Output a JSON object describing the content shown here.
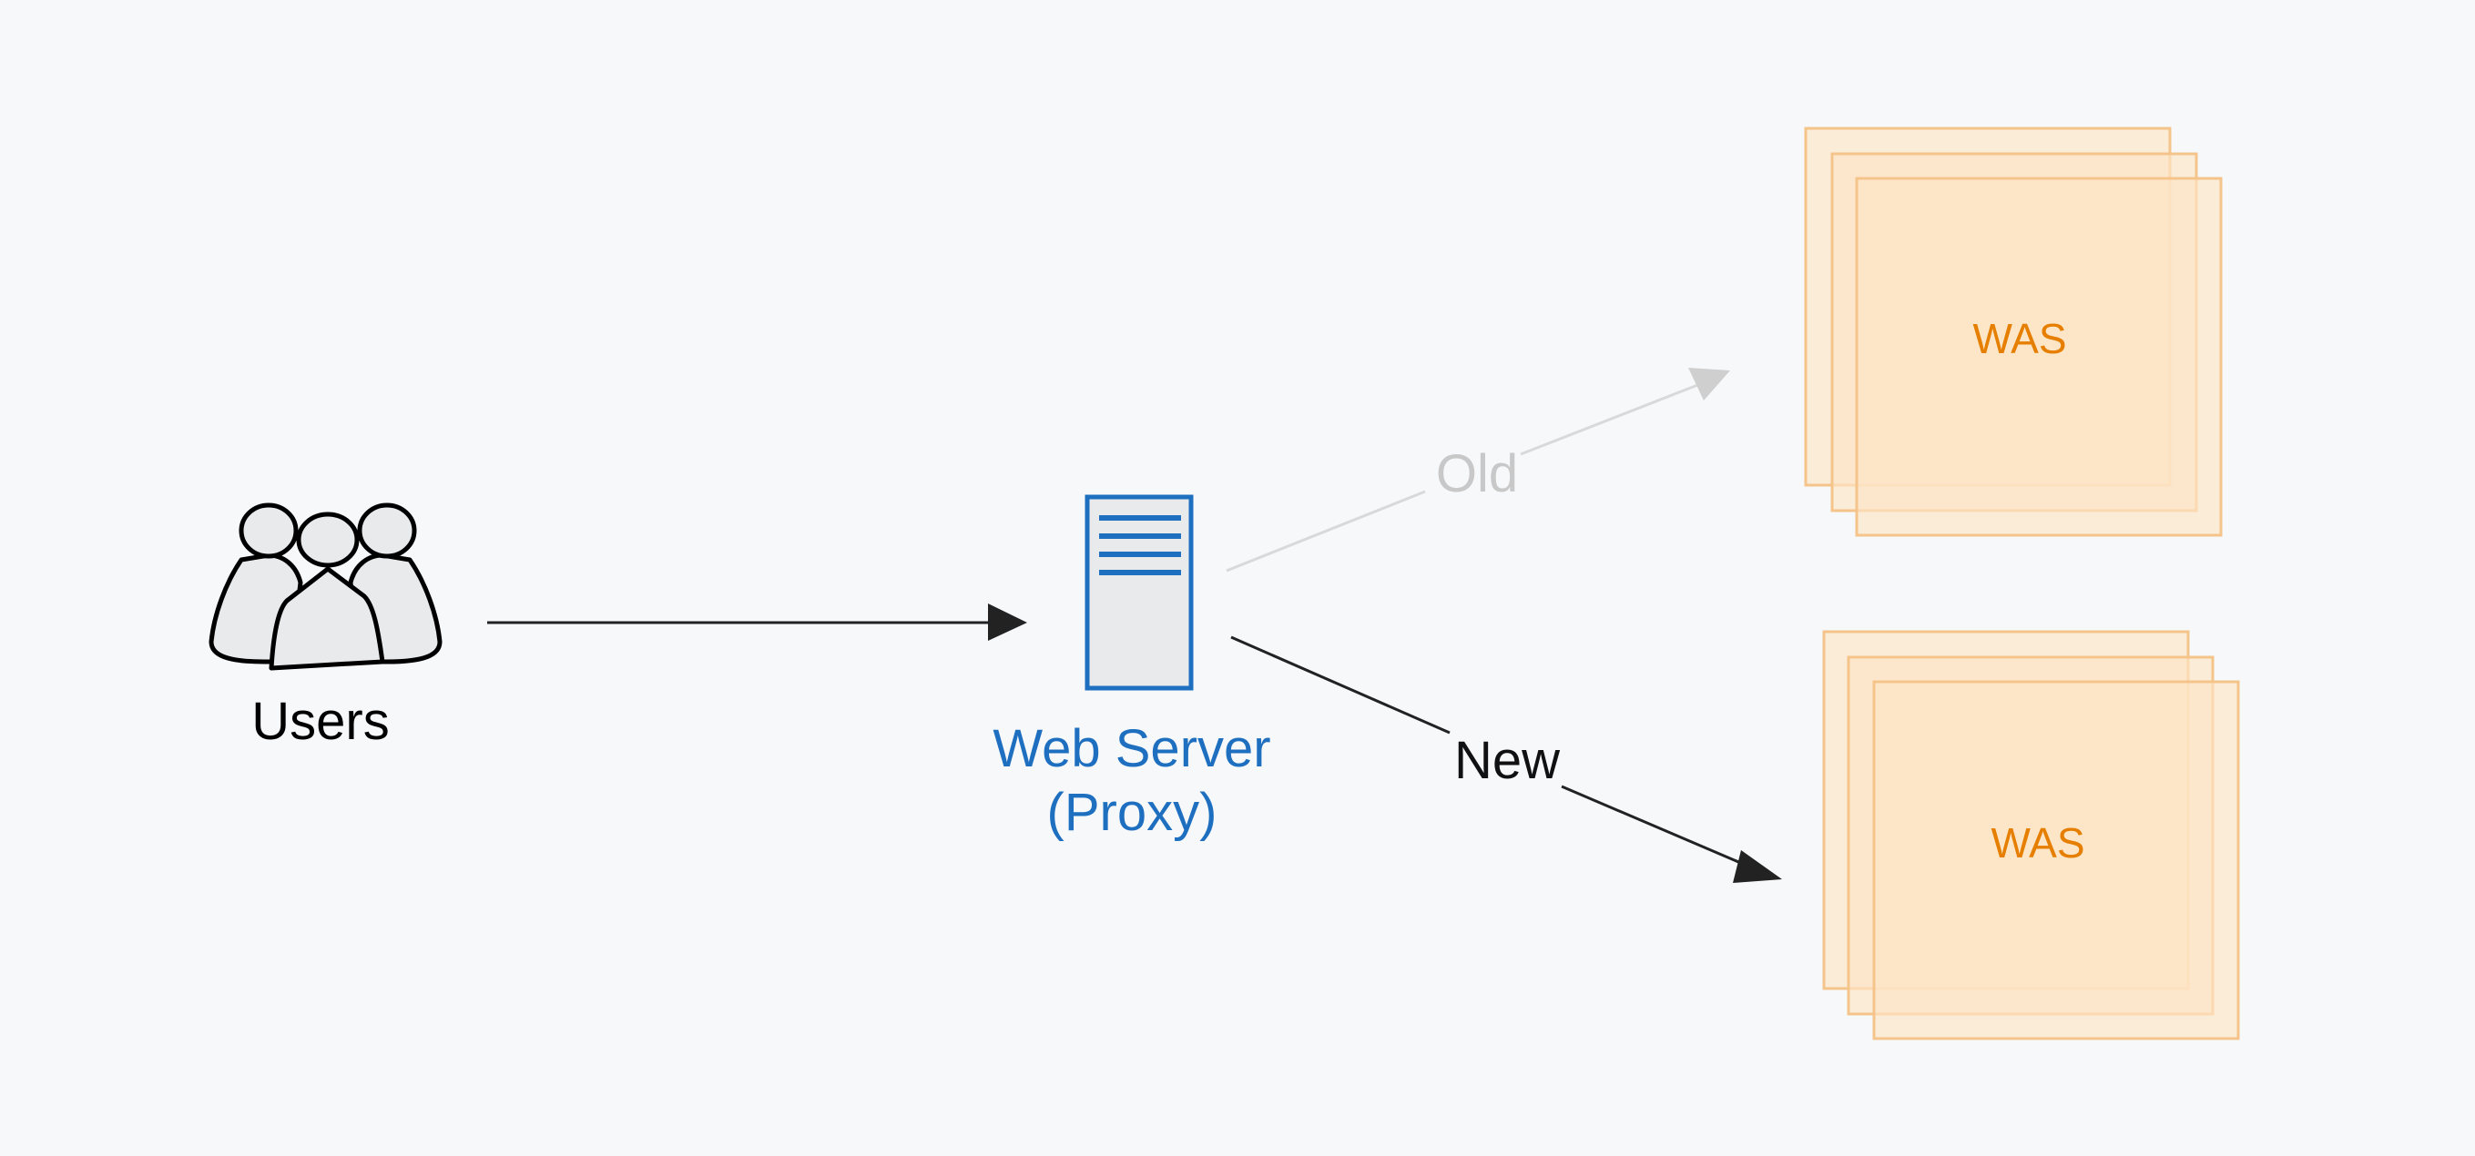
{
  "nodes": {
    "users": {
      "label": "Users",
      "icon": "users-group-icon"
    },
    "web_server": {
      "label_line1": "Web Server",
      "label_line2": "(Proxy)",
      "icon": "server-icon"
    },
    "was_old": {
      "label": "WAS"
    },
    "was_new": {
      "label": "WAS"
    }
  },
  "edges": {
    "users_to_web": {
      "label": ""
    },
    "old": {
      "label": "Old"
    },
    "new": {
      "label": "New"
    }
  },
  "colors": {
    "background": "#f6f8fa",
    "web_server": "#1e6fbf",
    "was_fill": "#fde5c6",
    "was_border": "#f5c48a",
    "was_text": "#e67e00",
    "old_edge": "#c8c8c8",
    "new_edge": "#222222"
  }
}
